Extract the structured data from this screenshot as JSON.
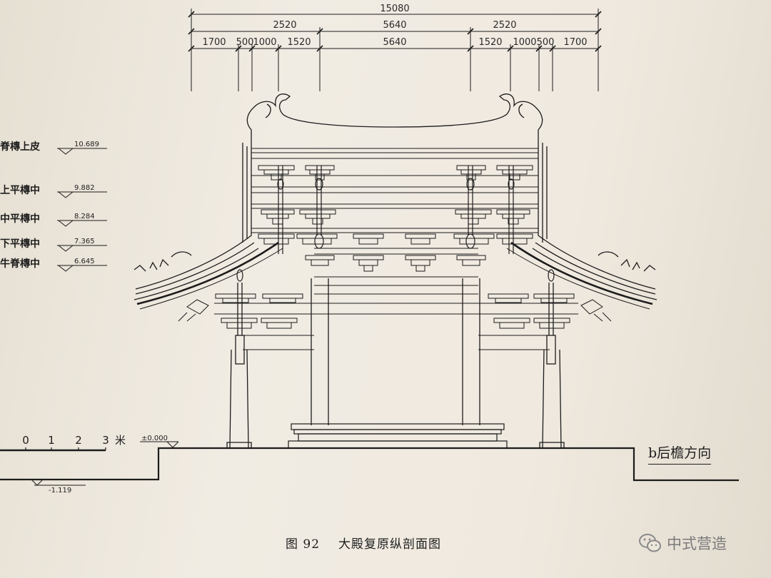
{
  "dimensions": {
    "total": "15080",
    "row2": [
      "2520",
      "5640",
      "2520"
    ],
    "row3": [
      "1700",
      "500",
      "1000",
      "1520",
      "5640",
      "1520",
      "1000",
      "500",
      "1700"
    ]
  },
  "levels": [
    {
      "label": "脊槫上皮",
      "value": "10.689"
    },
    {
      "label": "上平槫中",
      "value": "9.882"
    },
    {
      "label": "中平槫中",
      "value": "8.284"
    },
    {
      "label": "下平槫中",
      "value": "7.365"
    },
    {
      "label": "牛脊槫中",
      "value": "6.645"
    }
  ],
  "scale": {
    "ticks": [
      "0",
      "1",
      "2",
      "3"
    ],
    "unit": "米"
  },
  "elevations": {
    "floor": "±0.000",
    "ground": "-1.119"
  },
  "direction_label": "b后檐方向",
  "caption": {
    "number": "图 92",
    "title": "大殿复原纵剖面图"
  },
  "watermark": {
    "text": "中式营造",
    "icon": "wechat-icon"
  }
}
